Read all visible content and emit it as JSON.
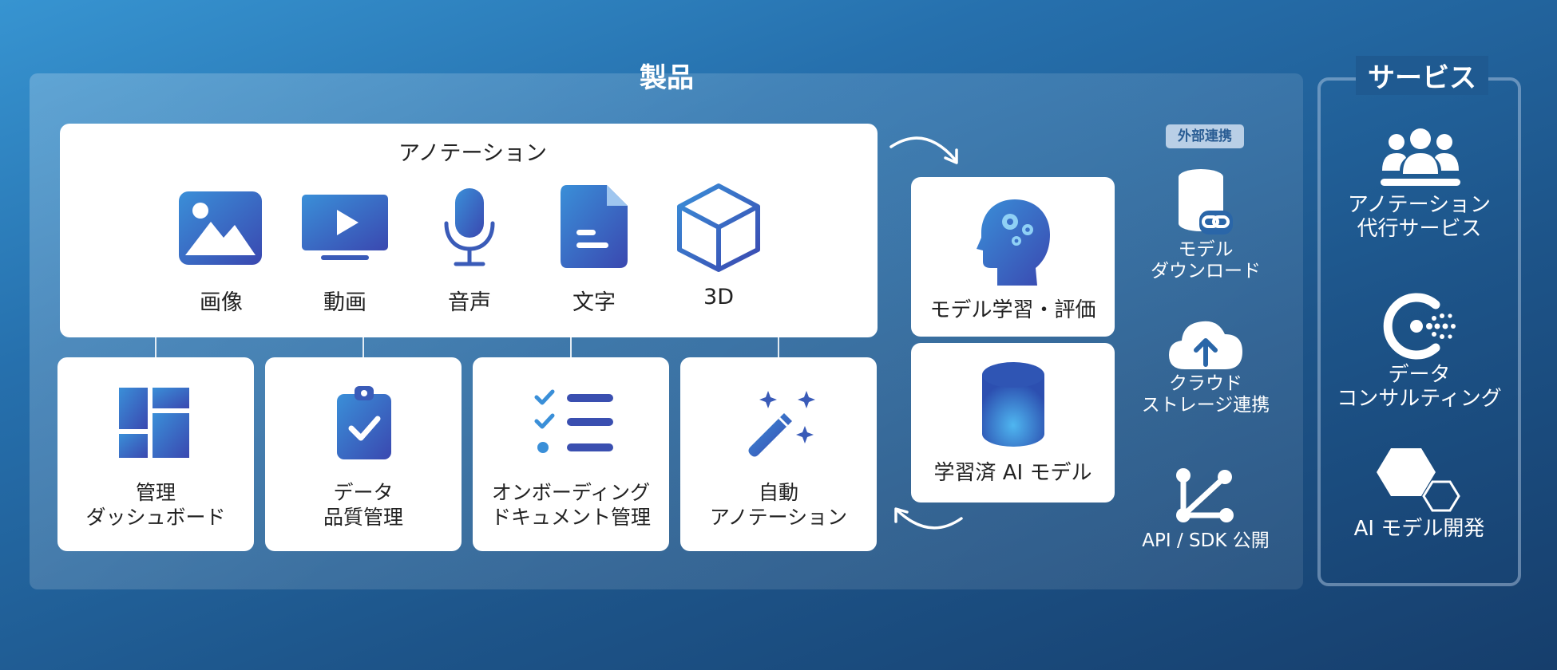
{
  "products": {
    "title": "製品",
    "annotation": {
      "title": "アノテーション",
      "media": [
        {
          "label": "画像",
          "icon": "image-icon"
        },
        {
          "label": "動画",
          "icon": "video-player-icon"
        },
        {
          "label": "音声",
          "icon": "microphone-icon"
        },
        {
          "label": "文字",
          "icon": "document-icon"
        },
        {
          "label": "3D",
          "icon": "cube-icon"
        }
      ]
    },
    "features": [
      {
        "line1": "管理",
        "line2": "ダッシュボード",
        "icon": "dashboard-icon"
      },
      {
        "line1": "データ",
        "line2": "品質管理",
        "icon": "clipboard-check-icon"
      },
      {
        "line1": "オンボーディング",
        "line2": "ドキュメント管理",
        "icon": "checklist-icon"
      },
      {
        "line1": "自動",
        "line2": "アノテーション",
        "icon": "magic-wand-icon"
      }
    ],
    "model_training": {
      "label": "モデル学習・評価",
      "icon": "brain-gears-icon"
    },
    "trained_model": {
      "label": "学習済 AI モデル",
      "icon": "database-cylinder-icon"
    },
    "external": {
      "badge": "外部連携",
      "items": [
        {
          "line1": "モデル",
          "line2": "ダウンロード",
          "icon": "database-link-icon"
        },
        {
          "line1": "クラウド",
          "line2": "ストレージ連携",
          "icon": "cloud-upload-icon"
        },
        {
          "line1": "API / SDK 公開",
          "icon": "share-nodes-icon"
        }
      ]
    }
  },
  "services": {
    "title": "サービス",
    "items": [
      {
        "line1": "アノテーション",
        "line2": "代行サービス",
        "icon": "team-icon"
      },
      {
        "line1": "データ",
        "line2": "コンサルティング",
        "icon": "consulting-icon"
      },
      {
        "line1": "AI モデル開発",
        "icon": "hexagons-icon"
      }
    ]
  },
  "colors": {
    "icon_gradient_start": "#3a8fd8",
    "icon_gradient_end": "#3a48b0",
    "background_top": "#3794d1",
    "background_bottom": "#163e6c"
  }
}
